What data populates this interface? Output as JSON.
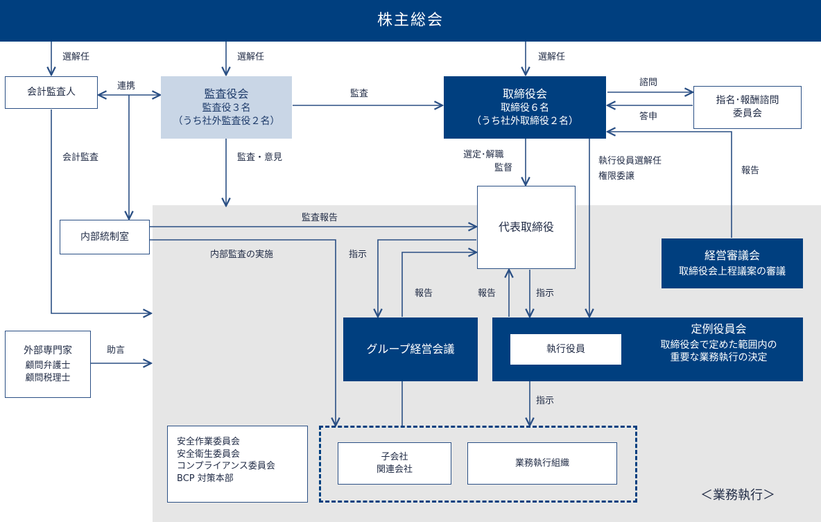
{
  "colors": {
    "navy": "#003f7f",
    "light_blue": "#c9d6e6",
    "gray_area": "#e6e6e6",
    "line": "#2a4f84"
  },
  "shareholders_meeting": "株主総会",
  "accounting_auditor": "会計監査人",
  "audit_board": {
    "title": "監査役会",
    "line1": "監査役３名",
    "line2": "（うち社外監査役２名）"
  },
  "board": {
    "title": "取締役会",
    "line1": "取締役６名",
    "line2": "（うち社外取締役２名）"
  },
  "nomination_committee": {
    "line1": "指名･報酬諮問",
    "line2": "委員会"
  },
  "internal_control": "内部統制室",
  "representative_director": "代表取締役",
  "management_council": {
    "title": "経営審議会",
    "subtitle": "取締役会上程議案の審議"
  },
  "group_meeting": "グループ経営会議",
  "officers_meeting": {
    "title": "定例役員会",
    "line1": "取締役会で定めた範囲内の",
    "line2": "重要な業務執行の決定"
  },
  "executive_officers": "執行役員",
  "external_experts": {
    "title": "外部専門家",
    "line1": "顧問弁護士",
    "line2": "顧問税理士"
  },
  "committees": {
    "line1": "安全作業委員会",
    "line2": "安全衛生委員会",
    "line3": "コンプライアンス委員会",
    "line4": "BCP 対策本部"
  },
  "subsidiaries": {
    "line1": "子会社",
    "line2": "関連会社"
  },
  "business_org": "業務執行組織",
  "business_execution_label": "＜業務執行＞",
  "labels": {
    "elect_appoint_1": "選解任",
    "elect_appoint_2": "選解任",
    "elect_appoint_3": "選解任",
    "cooperation": "連携",
    "audit": "監査",
    "consult": "諮問",
    "report_back": "答申",
    "accounting_audit": "会計監査",
    "audit_opinion": "監査・意見",
    "select_dismiss": "選定･解職",
    "supervise": "監督",
    "officer_appoint": "執行役員選解任",
    "delegation": "権限委譲",
    "report_to_board": "報告",
    "audit_report": "監査報告",
    "internal_audit": "内部監査の実施",
    "instruct_1": "指示",
    "report_1": "報告",
    "report_2": "報告",
    "instruct_2": "指示",
    "advice": "助言",
    "instruct_3": "指示"
  }
}
